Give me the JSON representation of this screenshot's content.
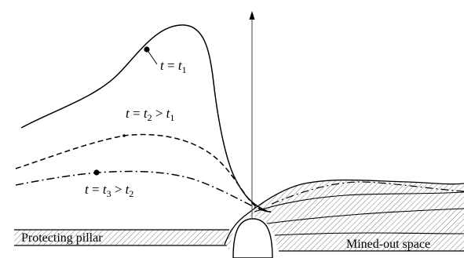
{
  "labels": {
    "curve1": {
      "lhs": "t",
      "eq": " = ",
      "rhs": "t",
      "rhs_sub": "1"
    },
    "curve2": {
      "lhs": "t",
      "eq": " = ",
      "rhs": "t",
      "rhs_sub": "2",
      "gt": " > ",
      "cmp": "t",
      "cmp_sub": "1"
    },
    "curve3": {
      "lhs": "t",
      "eq": " = ",
      "rhs": "t",
      "rhs_sub": "3",
      "gt": " > ",
      "cmp": "t",
      "cmp_sub": "2"
    },
    "pillar": "Protecting pillar",
    "mined": "Mined-out space"
  },
  "colors": {
    "line": "#000000",
    "axis": "#555555",
    "hatch": "#7a7a7a"
  },
  "icons": {
    "axis_arrow": "up-arrow"
  }
}
